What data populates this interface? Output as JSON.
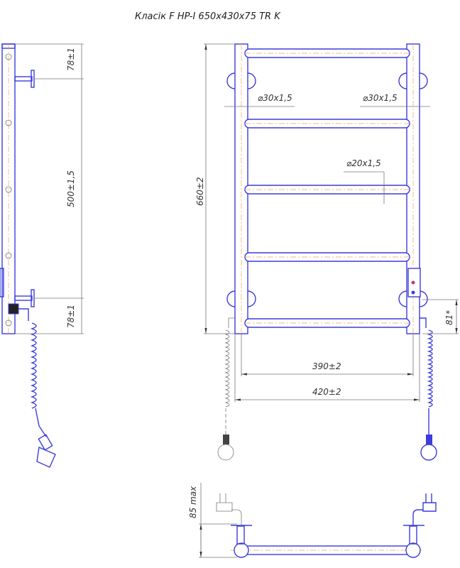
{
  "title": "Класік F HP-I  650x430x75  TR K",
  "side_view": {
    "dim_top": "78±1",
    "dim_middle": "500±1,5",
    "dim_bottom": "78±1"
  },
  "front_view": {
    "height": "660±2",
    "rail_left": "⌀30x1,5",
    "rail_right": "⌀30x1,5",
    "bar": "⌀20x1,5",
    "inner_width": "390±2",
    "outer_width": "420±2",
    "heater_offset": "81*"
  },
  "top_view": {
    "depth": "85 max"
  },
  "colors": {
    "outline": "#3c3cdc",
    "dimension": "#777777",
    "centerline": "#f0a060"
  }
}
